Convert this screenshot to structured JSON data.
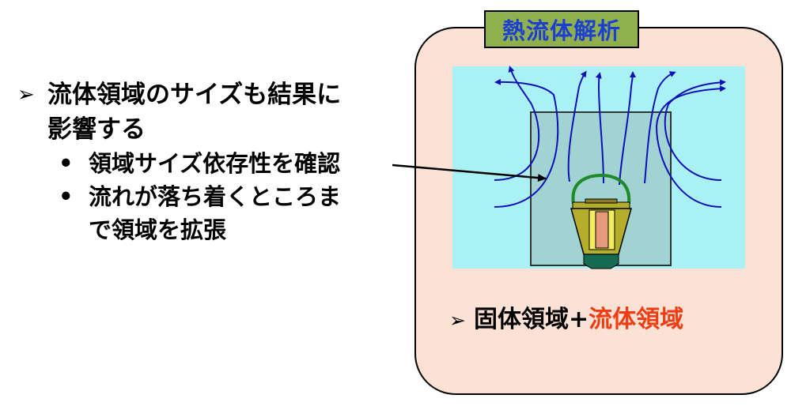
{
  "left": {
    "bullet_marker": "➢",
    "main_line1": "流体領域のサイズも結果に",
    "main_line2": "影響する",
    "sub_marker": "•",
    "sub1": "領域サイズ依存性を確認",
    "sub2_line1": "流れが落ち着くところま",
    "sub2_line2": "で領域を拡張"
  },
  "panel": {
    "title": "熱流体解析",
    "bottom_marker": "➢",
    "bottom_black": "固体領域+",
    "bottom_red": "流体領域"
  },
  "colors": {
    "panel_bg": "#fbe2d4",
    "title_bg": "#8fb04d",
    "title_text": "#1d3fd0",
    "fluid_domain": "#a9f1f4",
    "inner_domain": "#a0d3d2",
    "flow_lines": "#1010b8",
    "handle": "#1f8a2a",
    "body_outer": "#b4ae2c",
    "heater": "#e59a7c",
    "base": "#156b52",
    "highlight_text": "#f03c14"
  }
}
